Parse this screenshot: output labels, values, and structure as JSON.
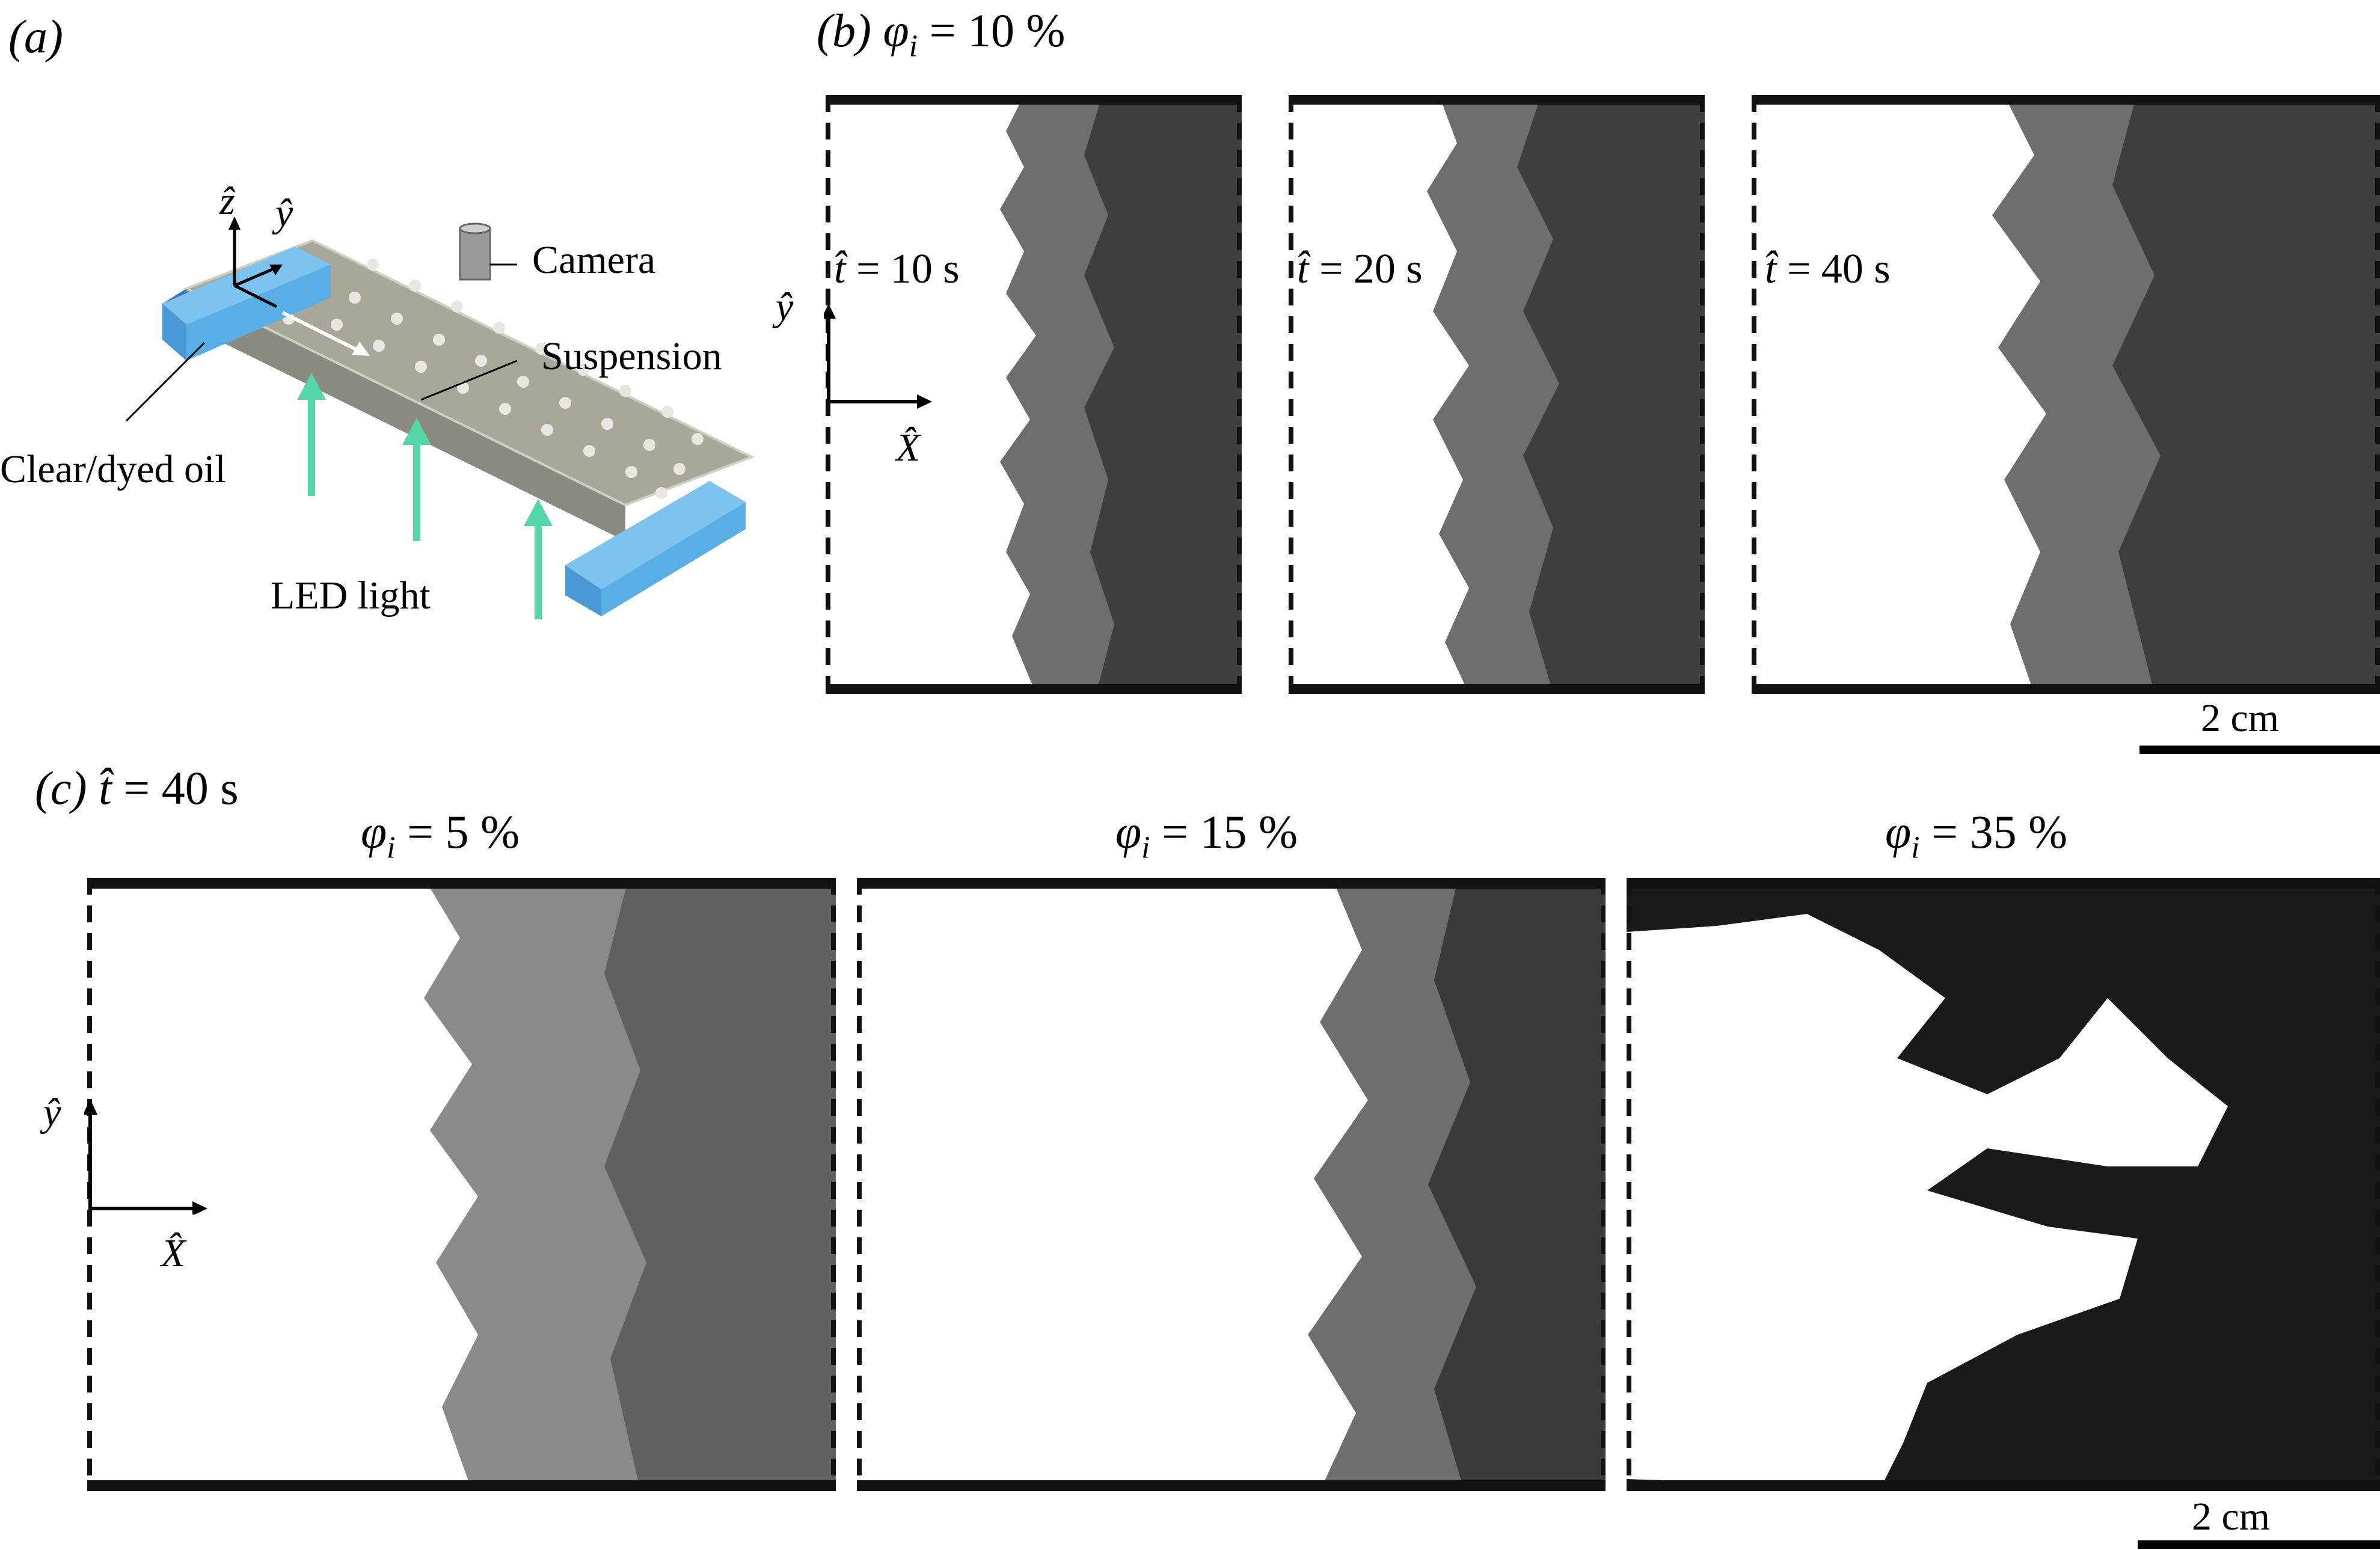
{
  "panel_a": {
    "label": "(a)",
    "axis_z": "ẑ",
    "axis_y": "ŷ",
    "camera": "Camera",
    "suspension": "Suspension",
    "oil": "Clear/dyed oil",
    "led": "LED light"
  },
  "panel_b": {
    "label": "(b)",
    "phi_sym": "φ",
    "phi_sub": "i",
    "phi_value": "= 10 %",
    "frames": [
      {
        "t_sym": "t̂",
        "t_value": "= 10 s"
      },
      {
        "t_sym": "t̂",
        "t_value": "= 20 s"
      },
      {
        "t_sym": "t̂",
        "t_value": "= 40 s"
      }
    ],
    "axis_y": "ŷ",
    "axis_x": "X̂",
    "scale": "2 cm"
  },
  "panel_c": {
    "label": "(c)",
    "t_sym": "t̂",
    "t_value": "= 40 s",
    "frames": [
      {
        "phi_sym": "φ",
        "phi_sub": "i",
        "phi_value": "= 5 %"
      },
      {
        "phi_sym": "φ",
        "phi_sub": "i",
        "phi_value": "= 15 %"
      },
      {
        "phi_sym": "φ",
        "phi_sub": "i",
        "phi_value": "= 35 %"
      }
    ],
    "axis_y": "ŷ",
    "axis_x": "X̂",
    "scale": "2 cm"
  },
  "colors": {
    "accent_green": "#55d6a6",
    "channel_blue": "#5aaee6",
    "suspension_gray": "#a9a799",
    "image_gray": "#6e6e6e",
    "dark": "#1a1a1a"
  }
}
